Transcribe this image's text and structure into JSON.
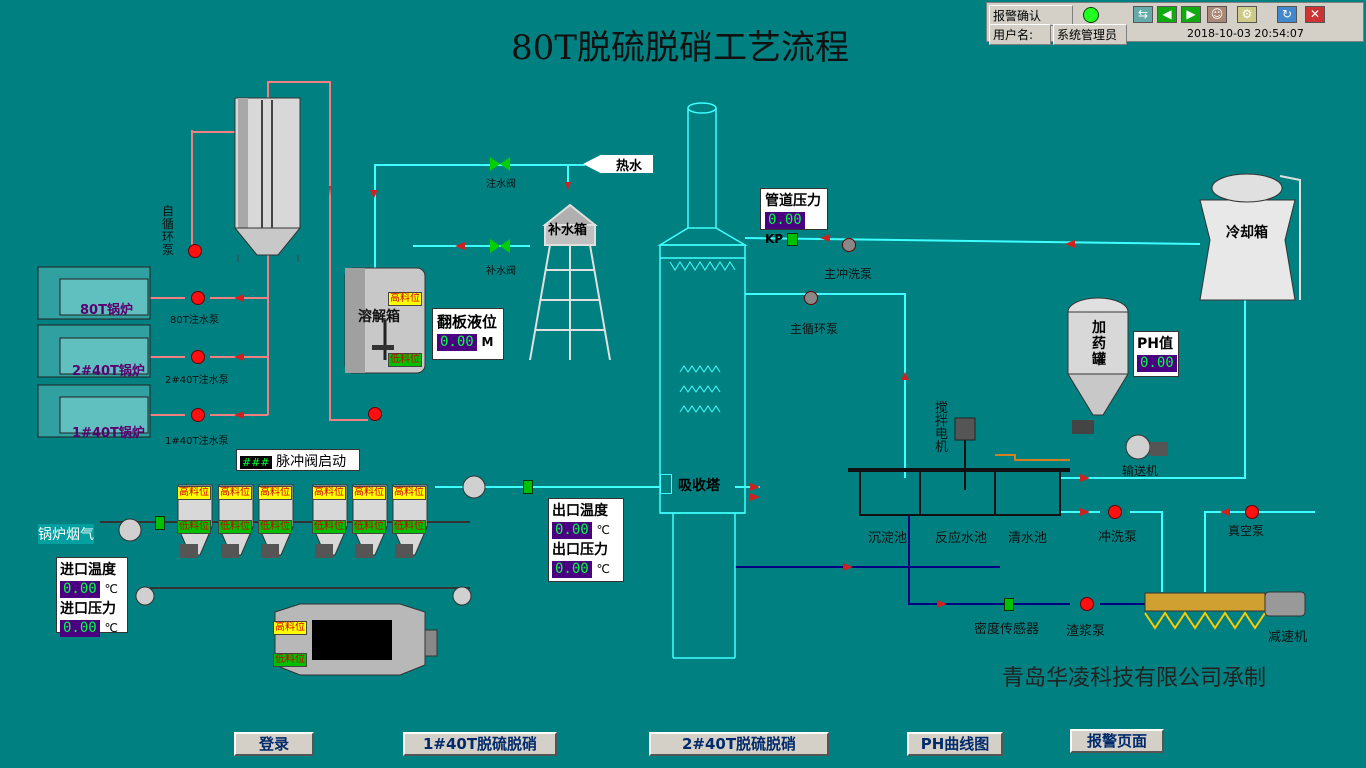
{
  "title": "80T脱硫脱硝工艺流程",
  "panel": {
    "alarm_confirm": "报警确认",
    "user_label": "用户名:",
    "user_value": "系统管理员",
    "datetime": "2018-10-03 20:54:07"
  },
  "boilers": [
    {
      "name": "80T锅炉",
      "pump": "80T注水泵"
    },
    {
      "name": "2#40T锅炉",
      "pump": "2#40T注水泵"
    },
    {
      "name": "1#40T锅炉",
      "pump": "1#40T注水泵"
    }
  ],
  "silo_pump_label": "自循环泵",
  "dissolve_tank": {
    "name": "溶解箱",
    "high": "高料位",
    "low": "低料位"
  },
  "flap_level": {
    "label": "翻板液位",
    "value": "0.00",
    "unit": "M"
  },
  "water_valve": "注水阀",
  "makeup_valve": "补水阀",
  "hot_water": "热水",
  "makeup_tank": "补水箱",
  "pipe_pressure": {
    "label": "管道压力",
    "value": "0.00",
    "unit": "KP"
  },
  "main_flush_pump": "主冲洗泵",
  "main_circ_pump": "主循环泵",
  "cooling_tank": "冷却箱",
  "dosing_tank": "加药罐",
  "ph": {
    "label": "PH值",
    "value": "0.00"
  },
  "stir_motor": "搅拌电机",
  "conveyor": "输送机",
  "pools": [
    "沉淀池",
    "反应水池",
    "清水池"
  ],
  "flush_pump": "冲洗泵",
  "vacuum_pump": "真空泵",
  "density_sensor": "密度传感器",
  "slurry_pump": "渣浆泵",
  "reducer": "减速机",
  "absorber": "吸收塔",
  "outlet": {
    "temp_label": "出口温度",
    "temp_value": "0.00",
    "temp_unit": "℃",
    "press_label": "出口压力",
    "press_value": "0.00",
    "press_unit": "℃"
  },
  "inlet": {
    "temp_label": "进口温度",
    "temp_value": "0.00",
    "temp_unit": "℃",
    "press_label": "进口压力",
    "press_value": "0.00",
    "press_unit": "℃"
  },
  "flue_gas": "锅炉烟气",
  "pulse": {
    "indicator": "###",
    "label": "脉冲阀启动"
  },
  "hopper_high": "高料位",
  "hopper_low": "低料位",
  "company": "青岛华凌科技有限公司承制",
  "nav": [
    "登录",
    "1#40T脱硫脱硝",
    "2#40T脱硫脱硝",
    "PH曲线图",
    "报警页面"
  ],
  "colors": {
    "background": "#008080",
    "pipe_water": "#40ffff",
    "pipe_gas": "#f08080",
    "pipe_slurry": "#000080",
    "pump": "#ff1010",
    "value_bg": "#4b0082",
    "value_fg": "#00ff40"
  }
}
